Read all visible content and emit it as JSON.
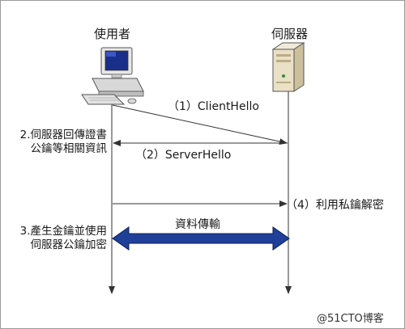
{
  "actors": {
    "client": {
      "label": "使用者"
    },
    "server": {
      "label": "伺服器"
    }
  },
  "messages": [
    {
      "label": "（1）ClientHello"
    },
    {
      "label": "（2）ServerHello"
    },
    {
      "label": "（4）利用私鑰解密"
    }
  ],
  "notes": {
    "step2": {
      "line1": "2.伺服器回傳證書",
      "line2": "公鑰等相關資訊"
    },
    "step3": {
      "line1": "3.產生金鑰並使用",
      "line2": "伺服器公鑰加密"
    }
  },
  "transfer": {
    "label": "資料傳輸"
  },
  "watermark": "@51CTO博客",
  "colors": {
    "lifeline": "#333333",
    "transfer_arrow": "#1f3f99",
    "transfer_arrow_outline": "#0c1f55"
  },
  "icons": {
    "client": "desktop-computer-icon",
    "server": "server-tower-icon"
  }
}
